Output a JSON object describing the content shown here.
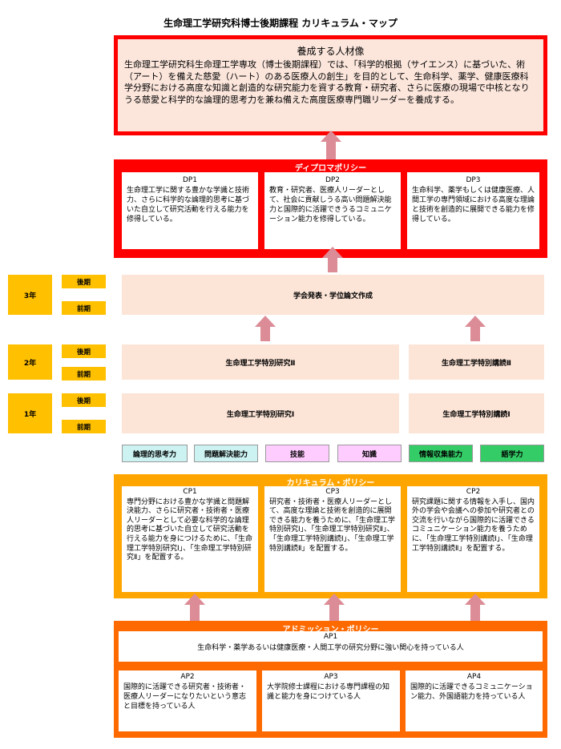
{
  "title": "生命理工学研究科博士後期課程 カリキュラム・マップ",
  "jinzai": {
    "heading": "養成する人材像",
    "body": "生命理工学研究科生命理工学専攻（博士後期課程）では、「科学的根拠（サイエンス）に基づいた、術（アート）を備えた慈愛（ハート）のある医療人の創生」を目的として、生命科学、薬学、健康医療科学分野における高度な知識と創造的な研究能力を資する教育・研究者、さらに医療の現場で中核となりうる慈愛と科学的な論理的思考力を兼ね備えた高度医療専門職リーダーを養成する。"
  },
  "dp": {
    "title": "ディプロマポリシー",
    "items": [
      {
        "heading": "DP1",
        "body": "生命理工学に関する豊かな学識と技術力、さらに科学的な論理的思考に基づいた自立して研究活動を行える能力を修得している。"
      },
      {
        "heading": "DP2",
        "body": "教育・研究者、医療人リーダーとして、社会に貢献しうる高い問題解決能力と国際的に活躍できうるコミュニケーション能力を修得している。"
      },
      {
        "heading": "DP3",
        "body": "生命科学、薬学もしくは健康医療、人間工学の専門領域における高度な理論と技術を創造的に展開できる能力を修得している。"
      }
    ]
  },
  "years": [
    {
      "label": "3年",
      "late": "後期",
      "early": "前期"
    },
    {
      "label": "2年",
      "late": "後期",
      "early": "前期"
    },
    {
      "label": "1年",
      "late": "後期",
      "early": "前期"
    }
  ],
  "courses": {
    "y3": "学会発表・学位論文作成",
    "y2_research": "生命理工学特別研究Ⅱ",
    "y2_seminar": "生命理工学特別講読Ⅱ",
    "y1_research": "生命理工学特別研究Ⅰ",
    "y1_seminar": "生命理工学特別講読Ⅰ"
  },
  "skills": [
    "論理的思考力",
    "問題解決能力",
    "技能",
    "知識",
    "情報収集能力",
    "語学力"
  ],
  "colors": {
    "red": "#ff0000",
    "peach": "#fce4d6",
    "yellow": "#ffc000",
    "cp": "#ffa500",
    "ap": "#ff6a00",
    "arrow": "#dc8c96"
  },
  "cp": {
    "title": "カリキュラム・ポリシー",
    "items": [
      {
        "heading": "CP1",
        "body": "専門分野における豊かな学識と問題解決能力、さらに研究者・技術者・医療人リーダーとして必要な科学的な論理的思考に基づいた自立して研究活動を行える能力を身につけるために、「生命理工学特別研究Ⅰ」、「生命理工学特別研究Ⅱ」を配置する。"
      },
      {
        "heading": "CP3",
        "body": "研究者・技術者・医療人リーダーとして、高度な理論と技術を創造的に展開できる能力を養うために、「生命理工学特別研究Ⅰ」、「生命理工学特別研究Ⅱ」、「生命理工学特別講読Ⅰ」、「生命理工学特別講読Ⅱ」を配置する。"
      },
      {
        "heading": "CP2",
        "body": "研究課題に関する情報を入手し、国内外の学会や会議への参加や研究者との交流を行いながら国際的に活躍できるコミュニケーション能力を養うために、「生命理工学特別講読Ⅰ」、「生命理工学特別講読Ⅱ」を配置する。"
      }
    ]
  },
  "ap": {
    "title": "アドミッション・ポリシー",
    "ap1_heading": "AP1",
    "ap1_body": "生命科学・薬学あるいは健康医療・人間工学の研究分野に強い関心を持っている人",
    "items": [
      {
        "heading": "AP2",
        "body": "国際的に活躍できる研究者・技術者・医療人リーダーになりたいという意志と目標を持っている人"
      },
      {
        "heading": "AP3",
        "body": "大学院修士課程における専門課程の知識と能力を身につけている人"
      },
      {
        "heading": "AP4",
        "body": "国際的に活躍できるコミュニケーション能力、外国語能力を持っている人"
      }
    ]
  }
}
